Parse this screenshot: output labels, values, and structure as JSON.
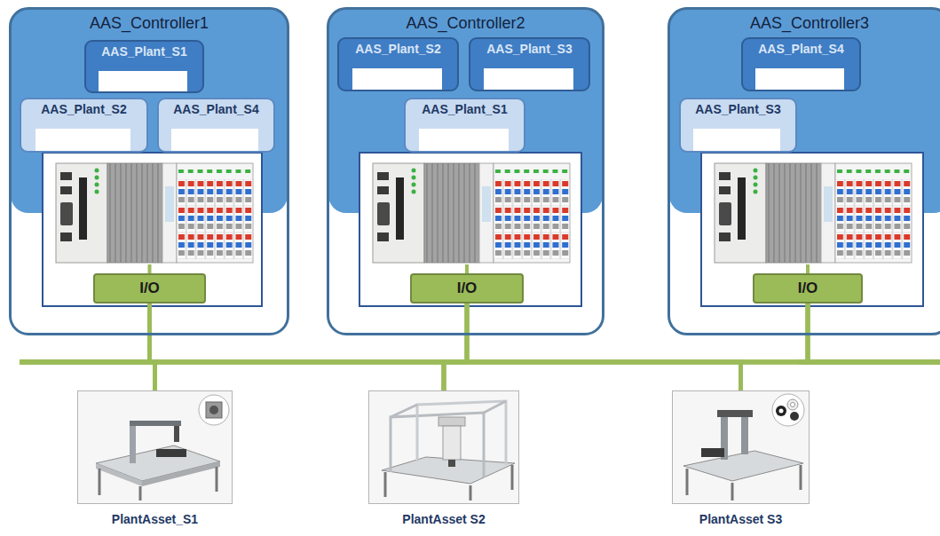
{
  "diagram": {
    "nodes": [
      {
        "text": [
          "AAS_Controller1"
        ]
      },
      {
        "text": [
          "AAS_Plant_S1"
        ],
        "in": 0
      },
      {
        "text": [
          "AAS_Plant_S2"
        ],
        "in": 0
      },
      {
        "text": [
          "AAS_Plant_S4"
        ],
        "in": 0
      },
      {
        "text": [
          "I/O"
        ],
        "in": 0
      },
      {
        "text": [
          "AAS_Controller2"
        ]
      },
      {
        "text": [
          "AAS_Plant_S2"
        ],
        "in": 5
      },
      {
        "text": [
          "AAS_Plant_S3"
        ],
        "in": 5
      },
      {
        "text": [
          "AAS_Plant_S1"
        ],
        "in": 5
      },
      {
        "text": [
          "I/O"
        ],
        "in": 5
      },
      {
        "text": [
          "AAS_Controller3"
        ]
      },
      {
        "text": [
          "AAS_Plant_S4"
        ],
        "in": 10
      },
      {
        "text": [
          "AAS_Plant_S3"
        ],
        "in": 10
      },
      {
        "text": [
          "I/O"
        ],
        "in": 10
      },
      {
        "text": [
          "PlantAsset_S1"
        ]
      },
      {
        "text": [
          "PlantAsset S2"
        ]
      },
      {
        "text": [
          "PlantAsset S3"
        ]
      }
    ],
    "edges": [
      {
        "from": 4,
        "to": 14,
        "arrow": "none"
      },
      {
        "from": 4,
        "to": 15,
        "arrow": "none"
      },
      {
        "from": 4,
        "to": 16,
        "arrow": "none"
      },
      {
        "from": 9,
        "to": 14,
        "arrow": "none"
      },
      {
        "from": 9,
        "to": 15,
        "arrow": "none"
      },
      {
        "from": 9,
        "to": 16,
        "arrow": "none"
      },
      {
        "from": 13,
        "to": 14,
        "arrow": "none"
      },
      {
        "from": 13,
        "to": 15,
        "arrow": "none"
      },
      {
        "from": 13,
        "to": 16,
        "arrow": "none"
      }
    ]
  }
}
